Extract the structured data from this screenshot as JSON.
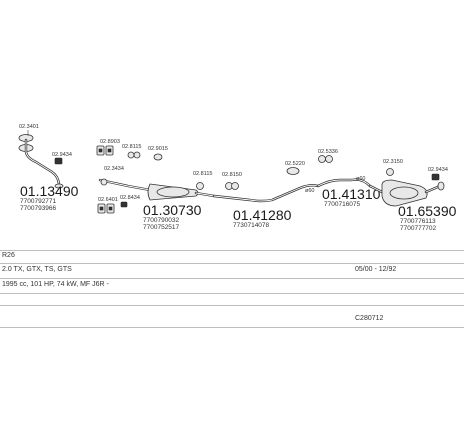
{
  "parts": {
    "p1": {
      "ref": "02.3401"
    },
    "p2": {
      "ref": "02.9434"
    },
    "p3": {
      "ref": "01.13490",
      "oem1": "7700792771",
      "oem2": "7700793966"
    },
    "p4": {
      "ref": "02.8903"
    },
    "p5": {
      "ref": "02.8115"
    },
    "p6": {
      "ref": "02.9015"
    },
    "p7": {
      "ref": "01.30730",
      "oem1": "7700790032",
      "oem2": "7700752517"
    },
    "p8": {
      "ref": "02.3434"
    },
    "p9": {
      "ref": "02.6401"
    },
    "p10": {
      "ref": "02.8434"
    },
    "p11": {
      "ref": "02.8115"
    },
    "p12": {
      "ref": "02.8150"
    },
    "p13": {
      "ref": "01.41280",
      "oem1": "7730714078"
    },
    "p14": {
      "ref": "02.5220"
    },
    "p15": {
      "ref": "02.5336"
    },
    "p16": {
      "ref": "01.41310",
      "oem1": "7700716075"
    },
    "p17": {
      "ref": "02.3150"
    },
    "p18": {
      "ref": "02.9434"
    },
    "p19": {
      "ref": "01.65390",
      "oem1": "7700776113",
      "oem2": "7700777702"
    }
  },
  "diameters": {
    "d1": "ø60",
    "d2": "ø60"
  },
  "info": {
    "model": "R26",
    "engine": "2.0 TX, GTX, TS, GTS",
    "dates": "05/00 - 12/92",
    "specs": "1995 cc, 101 HP, 74 kW, MF J6R -",
    "code": "C280712"
  }
}
